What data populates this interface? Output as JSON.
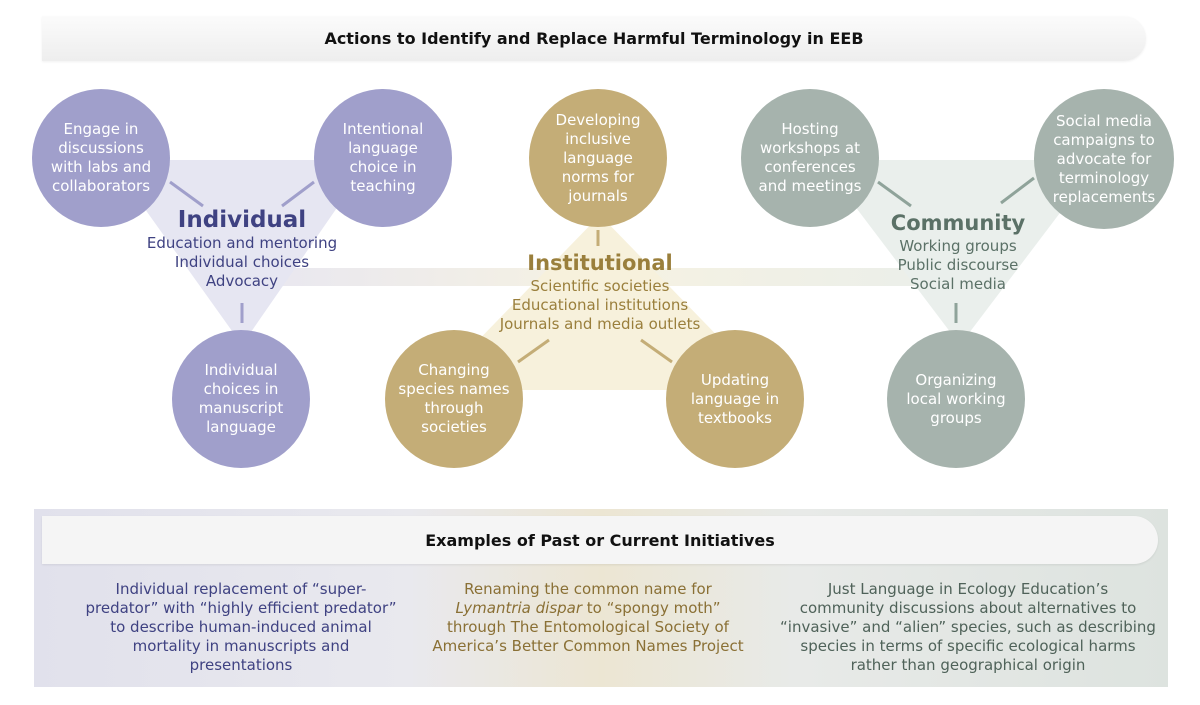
{
  "header": {
    "title": "Actions to Identify and Replace Harmful Terminology in EEB"
  },
  "individual": {
    "title": "Individual",
    "items": [
      "Education and mentoring",
      "Individual choices",
      "Advocacy"
    ],
    "circles": [
      "Engage in discussions with labs and collaborators",
      "Intentional language choice in teaching",
      "Individual choices in manuscript language"
    ]
  },
  "institutional": {
    "title": "Institutional",
    "items": [
      "Scientific societies",
      "Educational institutions",
      "Journals and media outlets"
    ],
    "circles": [
      "Developing inclusive language norms for journals",
      "Changing species names through societies",
      "Updating language in textbooks"
    ]
  },
  "community": {
    "title": "Community",
    "items": [
      "Working groups",
      "Public discourse",
      "Social media"
    ],
    "circles": [
      "Hosting workshops at conferences and meetings",
      "Social media campaigns to advocate for terminology replacements",
      "Organizing local working groups"
    ]
  },
  "examples": {
    "title": "Examples of Past or Current Initiatives",
    "individual_lines": [
      "Individual replacement of “super-",
      "predator” with “highly efficient predator”",
      "to describe human-induced animal",
      "mortality in manuscripts and",
      "presentations"
    ],
    "institutional_pre": "Renaming the common name for",
    "institutional_italic": "Lymantria dispar",
    "institutional_post": " to “spongy moth”",
    "institutional_lines": [
      "through The Entomological Society of",
      "America’s Better Common Names Project"
    ],
    "community_lines": [
      "Just Language in Ecology Education’s",
      "community discussions about alternatives to",
      "“invasive” and “alien” species, such as describing",
      "species in terms of specific ecological harms",
      "rather than geographical origin"
    ]
  },
  "colors": {
    "individual_circle": "#a09fcb",
    "individual_text": "#3f4282",
    "institutional_circle": "#c4ad77",
    "institutional_text": "#9a7f3c",
    "community_circle": "#a6b3ad",
    "community_text": "#5b7167"
  }
}
